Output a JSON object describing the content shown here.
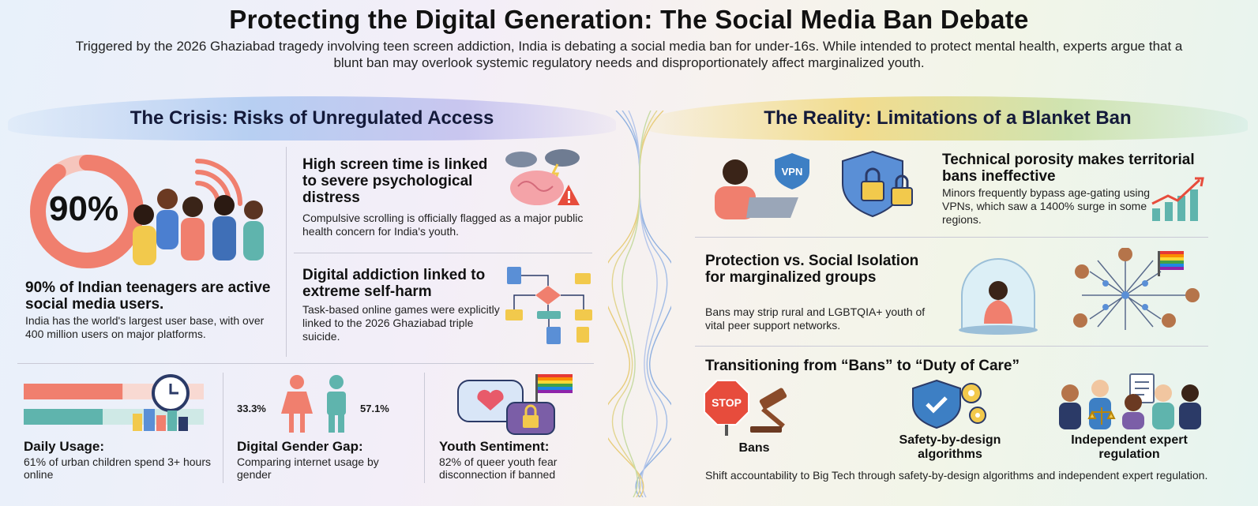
{
  "header": {
    "title": "Protecting the Digital Generation: The Social Media Ban Debate",
    "subtitle": "Triggered by the 2026 Ghaziabad tragedy involving teen screen addiction, India is debating a social media ban for under-16s. While intended to protect mental health, experts argue that a blunt ban may overlook systemic regulatory needs and disproportionately affect marginalized youth."
  },
  "left": {
    "ribbon": "The Crisis: Risks of Unregulated Access",
    "stat_big": {
      "value": "90%",
      "ring_fraction": 0.9,
      "headline": "90% of Indian teenagers are active social media users.",
      "text": "India has the world's largest user base, with over 400 million users on major platforms."
    },
    "block1": {
      "headline": "High screen time is linked to severe psychological distress",
      "text": "Compulsive scrolling is officially flagged as a major public health concern for India's youth."
    },
    "block2": {
      "headline": "Digital addiction linked to extreme self-harm",
      "text": "Task-based online games were explicitly linked to the 2026 Ghaziabad triple suicide."
    },
    "usage": {
      "headline": "Daily Usage:",
      "text": "61% of urban children spend 3+ hours online",
      "bar_fraction": 0.61
    },
    "gender": {
      "headline": "Digital Gender Gap:",
      "text": "Comparing internet usage by gender",
      "female_pct": "33.3%",
      "male_pct": "57.1%",
      "female_color": "#f07f6e",
      "male_color": "#5fb4ad"
    },
    "sentiment": {
      "headline": "Youth Sentiment:",
      "text": "82% of queer youth fear disconnection if banned"
    }
  },
  "right": {
    "ribbon": "The Reality: Limitations of a Blanket Ban",
    "vpn_label": "VPN",
    "block1": {
      "headline": "Technical porosity makes territorial bans ineffective",
      "text": "Minors frequently bypass age-gating using VPNs, which saw a 1400% surge in some regions."
    },
    "block2": {
      "headline": "Protection vs. Social Isolation for marginalized groups",
      "text": "Bans may strip rural and LGBTQIA+ youth of vital peer support networks."
    },
    "block3": {
      "headline": "Transitioning from “Bans” to “Duty of Care”",
      "stop_label": "STOP",
      "items": [
        "Bans",
        "Safety-by-design algorithms",
        "Independent expert regulation"
      ],
      "text": "Shift accountability to Big Tech through safety-by-design algorithms and independent expert regulation."
    }
  },
  "colors": {
    "coral": "#f07f6e",
    "teal": "#5fb4ad",
    "navy": "#2b3a67",
    "blue": "#3d7fc4"
  }
}
